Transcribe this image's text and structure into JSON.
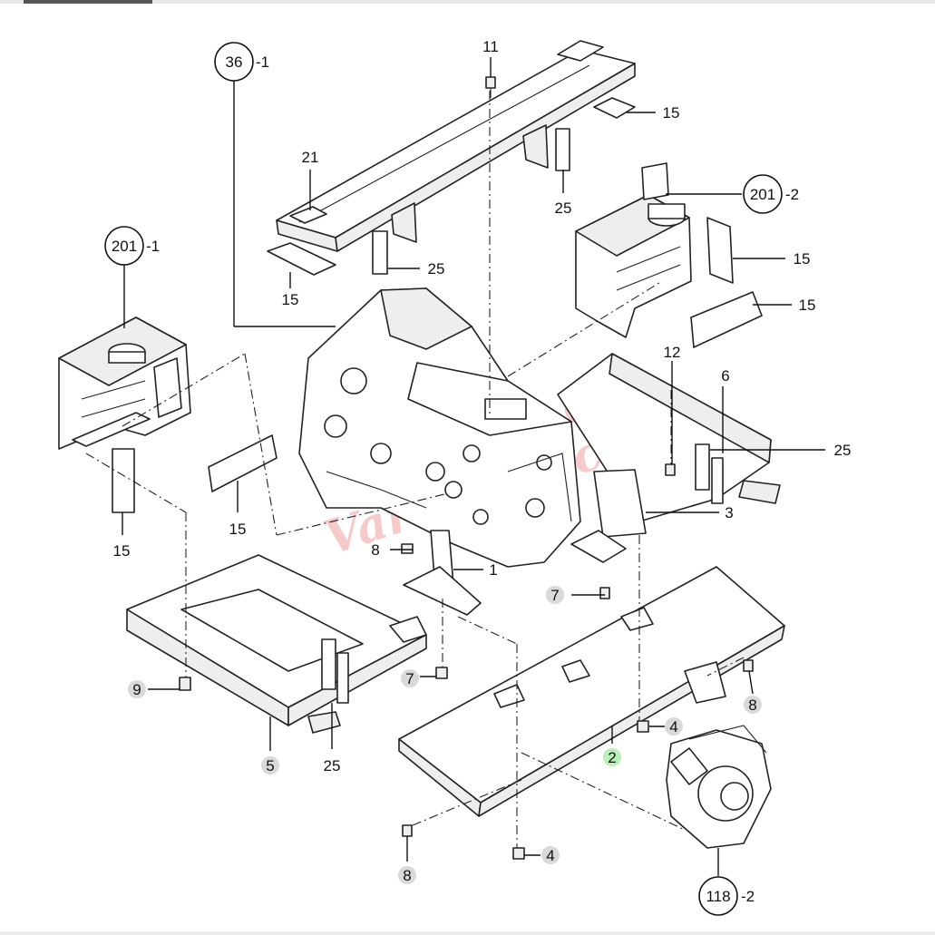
{
  "watermark": "Varun Tractor",
  "colors": {
    "line": "#222222",
    "watermark": "#f2a0a0",
    "highlight_dot": "#b8f0b8",
    "dot": "#d9d9d9"
  },
  "callouts": [
    {
      "id": "c36",
      "number": "36",
      "suffix": "-1"
    },
    {
      "id": "c201a",
      "number": "201",
      "suffix": "-1"
    },
    {
      "id": "c201b",
      "number": "201",
      "suffix": "-2"
    },
    {
      "id": "c118",
      "number": "118",
      "suffix": "-2"
    }
  ],
  "labels": [
    {
      "id": "l11",
      "text": "11"
    },
    {
      "id": "l15a",
      "text": "15"
    },
    {
      "id": "l21",
      "text": "21"
    },
    {
      "id": "l25a",
      "text": "25"
    },
    {
      "id": "l25b",
      "text": "25"
    },
    {
      "id": "l15b",
      "text": "15"
    },
    {
      "id": "l15c",
      "text": "15"
    },
    {
      "id": "l15d",
      "text": "15"
    },
    {
      "id": "l12",
      "text": "12"
    },
    {
      "id": "l6",
      "text": "6"
    },
    {
      "id": "l25c",
      "text": "25"
    },
    {
      "id": "l15e",
      "text": "15"
    },
    {
      "id": "l15f",
      "text": "15"
    },
    {
      "id": "l3",
      "text": "3"
    },
    {
      "id": "l8a",
      "text": "8"
    },
    {
      "id": "l1",
      "text": "1"
    },
    {
      "id": "l7a",
      "text": "7"
    },
    {
      "id": "l7b",
      "text": "7"
    },
    {
      "id": "l9",
      "text": "9"
    },
    {
      "id": "l8b",
      "text": "8"
    },
    {
      "id": "l4a",
      "text": "4"
    },
    {
      "id": "l2",
      "text": "2"
    },
    {
      "id": "l5",
      "text": "5"
    },
    {
      "id": "l25d",
      "text": "25"
    },
    {
      "id": "l8c",
      "text": "8"
    },
    {
      "id": "l4b",
      "text": "4"
    }
  ]
}
